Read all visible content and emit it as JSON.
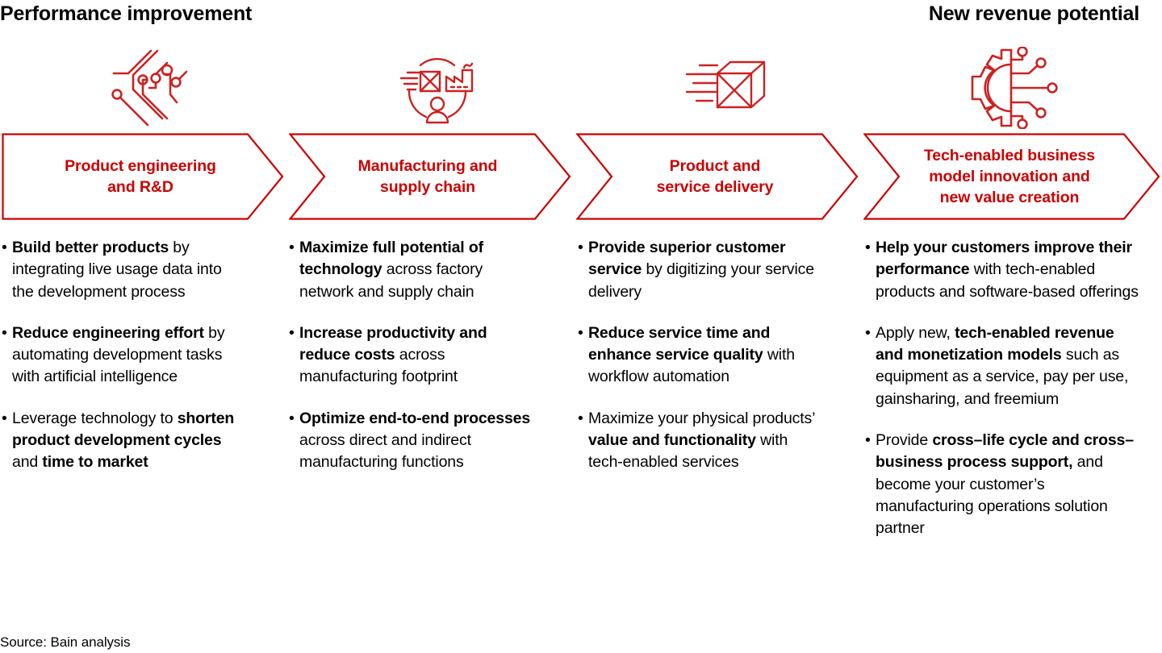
{
  "headers": {
    "left": "Performance improvement",
    "right": "New revenue potential"
  },
  "colors": {
    "accent_red": "#cc0000",
    "icon_red": "#cc2222",
    "text_black": "#000000",
    "background": "#ffffff"
  },
  "stages": [
    {
      "icon": "circuit-traces-icon",
      "title": "Product engineering\nand R&D",
      "bullets": [
        [
          {
            "t": "Build better products",
            "b": true
          },
          {
            "t": " by integrating live usage data into the development process",
            "b": false
          }
        ],
        [
          {
            "t": "Reduce engineering effort",
            "b": true
          },
          {
            "t": " by automating development tasks with artificial intelligence",
            "b": false
          }
        ],
        [
          {
            "t": "Leverage technology to ",
            "b": false
          },
          {
            "t": "shorten product development cycles",
            "b": true
          },
          {
            "t": " and ",
            "b": false
          },
          {
            "t": "time to market",
            "b": true
          }
        ]
      ]
    },
    {
      "icon": "supply-chain-icon",
      "title": "Manufacturing and\nsupply chain",
      "bullets": [
        [
          {
            "t": "Maximize full potential of technology",
            "b": true
          },
          {
            "t": " across factory network and supply chain",
            "b": false
          }
        ],
        [
          {
            "t": "Increase productivity and reduce costs",
            "b": true
          },
          {
            "t": " across manufacturing footprint",
            "b": false
          }
        ],
        [
          {
            "t": "Optimize end-to-end processes",
            "b": true
          },
          {
            "t": " across direct and indirect manufacturing functions",
            "b": false
          }
        ]
      ]
    },
    {
      "icon": "package-delivery-icon",
      "title": "Product and\nservice delivery",
      "bullets": [
        [
          {
            "t": "Provide superior customer service",
            "b": true
          },
          {
            "t": " by digitizing your service delivery",
            "b": false
          }
        ],
        [
          {
            "t": "Reduce service time and enhance service quality",
            "b": true
          },
          {
            "t": " with workflow automation",
            "b": false
          }
        ],
        [
          {
            "t": "Maximize your physical products’ ",
            "b": false
          },
          {
            "t": "value and functionality",
            "b": true
          },
          {
            "t": " with tech-enabled services",
            "b": false
          }
        ]
      ]
    },
    {
      "icon": "gear-circuit-icon",
      "title": "Tech-enabled business\nmodel innovation and\nnew value creation",
      "bullets": [
        [
          {
            "t": "Help your customers improve their performance",
            "b": true
          },
          {
            "t": " with tech-enabled products and software-based offerings",
            "b": false
          }
        ],
        [
          {
            "t": "Apply new, ",
            "b": false
          },
          {
            "t": "tech-enabled revenue and monetization models",
            "b": true
          },
          {
            "t": " such as equipment as a service, pay per use, gainsharing, and freemium",
            "b": false
          }
        ],
        [
          {
            "t": "Provide ",
            "b": false
          },
          {
            "t": "cross–life cycle and cross–business process support,",
            "b": true
          },
          {
            "t": " and become your customer’s manufacturing operations solution partner",
            "b": false
          }
        ]
      ]
    }
  ],
  "source": "Source: Bain analysis"
}
